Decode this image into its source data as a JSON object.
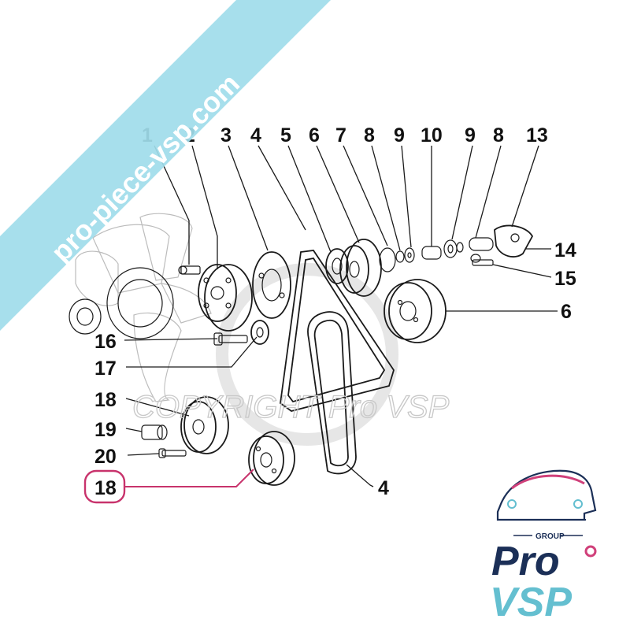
{
  "watermark_banner": "pro-piece-vsp.com",
  "copyright_watermark": "COPYRIGHT Pro VSP",
  "callouts": {
    "c1": "1",
    "c2": "2",
    "c3": "3",
    "c4_top": "4",
    "c5": "5",
    "c6_top": "6",
    "c7": "7",
    "c8_a": "8",
    "c9_a": "9",
    "c10": "10",
    "c9_b": "9",
    "c8_b": "8",
    "c13": "13",
    "c14": "14",
    "c15": "15",
    "c6_right": "6",
    "c16": "16",
    "c17": "17",
    "c18_a": "18",
    "c19": "19",
    "c20": "20",
    "c18_b": "18",
    "c4_bottom": "4"
  },
  "highlighted_callout": "18",
  "logo": {
    "group": "GROUP",
    "pro": "Pro",
    "vsp": "VSP"
  },
  "colors": {
    "banner": "#9fdcea",
    "highlight": "#c8336c",
    "logo_blue": "#1b2f57",
    "logo_teal": "#64bfd0",
    "logo_pink": "#d0407a"
  }
}
